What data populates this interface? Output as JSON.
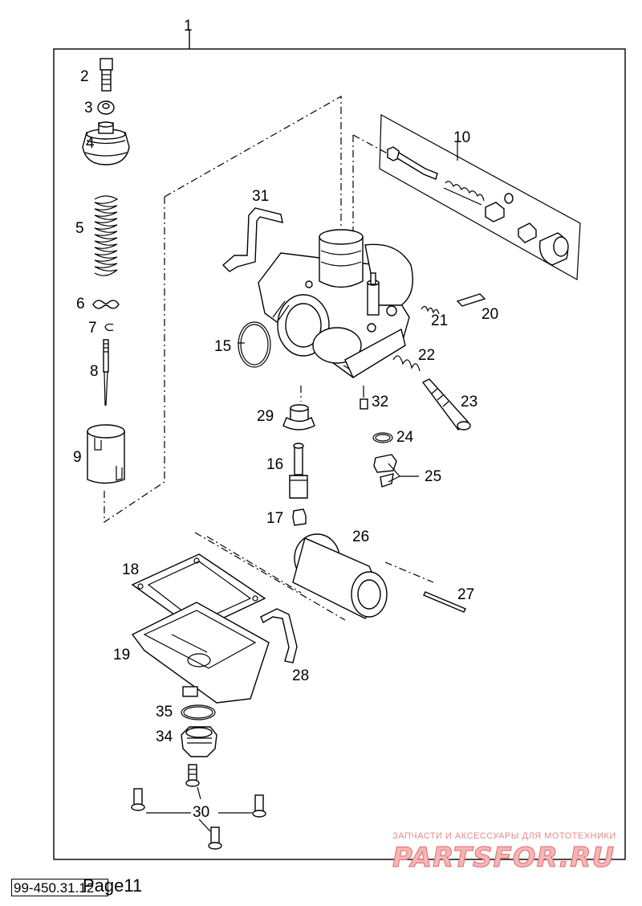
{
  "labels": {
    "l1": "1",
    "l2": "2",
    "l3": "3",
    "l4": "4",
    "l5": "5",
    "l6": "6",
    "l7": "7",
    "l8": "8",
    "l9": "9",
    "l10": "10",
    "l15": "15",
    "l16": "16",
    "l17": "17",
    "l18": "18",
    "l19": "19",
    "l20": "20",
    "l21": "21",
    "l22": "22",
    "l23": "23",
    "l24": "24",
    "l25": "25",
    "l26": "26",
    "l27": "27",
    "l28": "28",
    "l29": "29",
    "l30": "30",
    "l31": "31",
    "l32": "32",
    "l34": "34",
    "l35": "35"
  },
  "watermark": {
    "line1": "ЗАПЧАСТИ И АКСЕССУАРЫ ДЛЯ МОТОТЕХНИКИ",
    "line2": "PARTSFOR.RU"
  },
  "footer": {
    "code": "99-450.31.12",
    "page": "Page11"
  }
}
